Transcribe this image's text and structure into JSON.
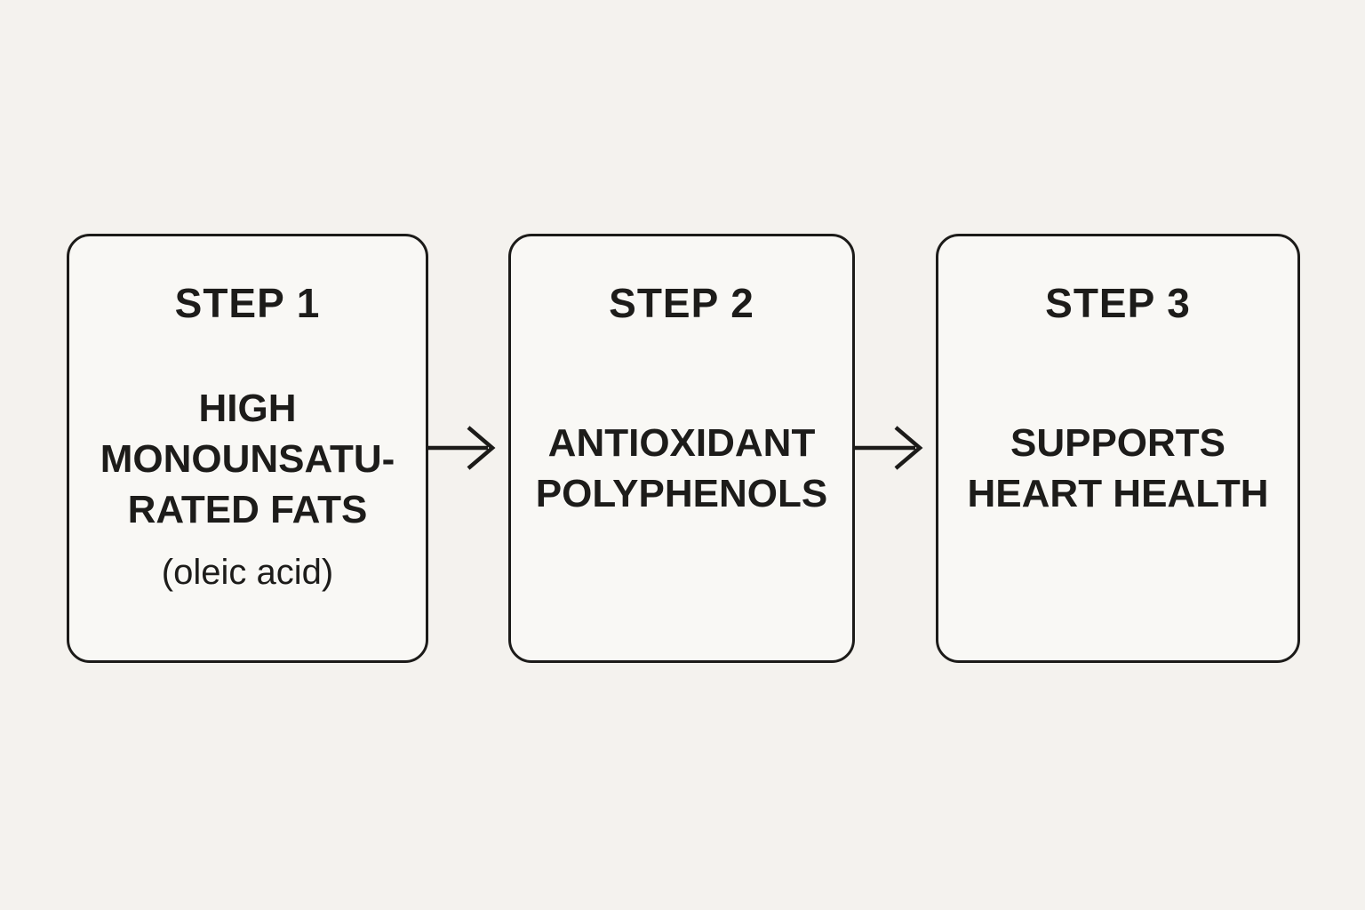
{
  "diagram": {
    "type": "flow",
    "colors": {
      "background": "#f4f2ee",
      "box_fill": "#f9f8f5",
      "line": "#1c1b19",
      "text": "#1d1c1a"
    },
    "steps": [
      {
        "heading": "STEP 1",
        "lines": [
          "HIGH",
          "MONOUNSATU-",
          "RATED FATS"
        ],
        "subtitle": "(oleic acid)"
      },
      {
        "heading": "STEP 2",
        "lines": [
          "ANTIOXIDANT",
          "POLYPHENOLS"
        ]
      },
      {
        "heading": "STEP 3",
        "lines": [
          "SUPPORTS",
          "HEART HEALTH"
        ]
      }
    ],
    "arrows": [
      {
        "name": "arrow-step1-to-step2",
        "direction": "right"
      },
      {
        "name": "arrow-step2-to-step3",
        "direction": "right"
      }
    ]
  }
}
